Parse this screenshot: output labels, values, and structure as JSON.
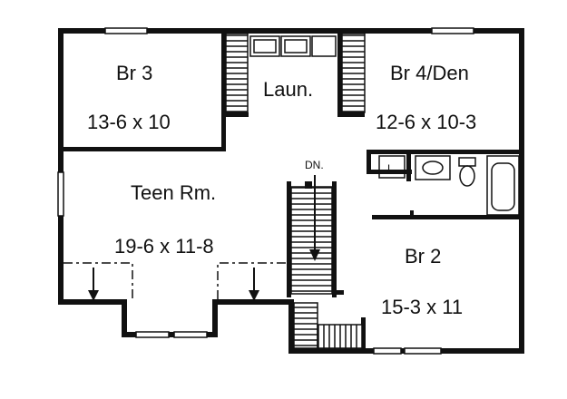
{
  "rooms": {
    "br3": {
      "name": "Br 3",
      "size": "13-6 x 10"
    },
    "laundry": {
      "name": "Laun."
    },
    "br4": {
      "name": "Br 4/Den",
      "size": "12-6 x 10-3"
    },
    "teen": {
      "name": "Teen Rm.",
      "size": "19-6 x 11-8"
    },
    "br2": {
      "name": "Br 2",
      "size": "15-3 x 11"
    }
  },
  "stairs": {
    "label": "DN."
  },
  "linen": {
    "label": "L."
  }
}
